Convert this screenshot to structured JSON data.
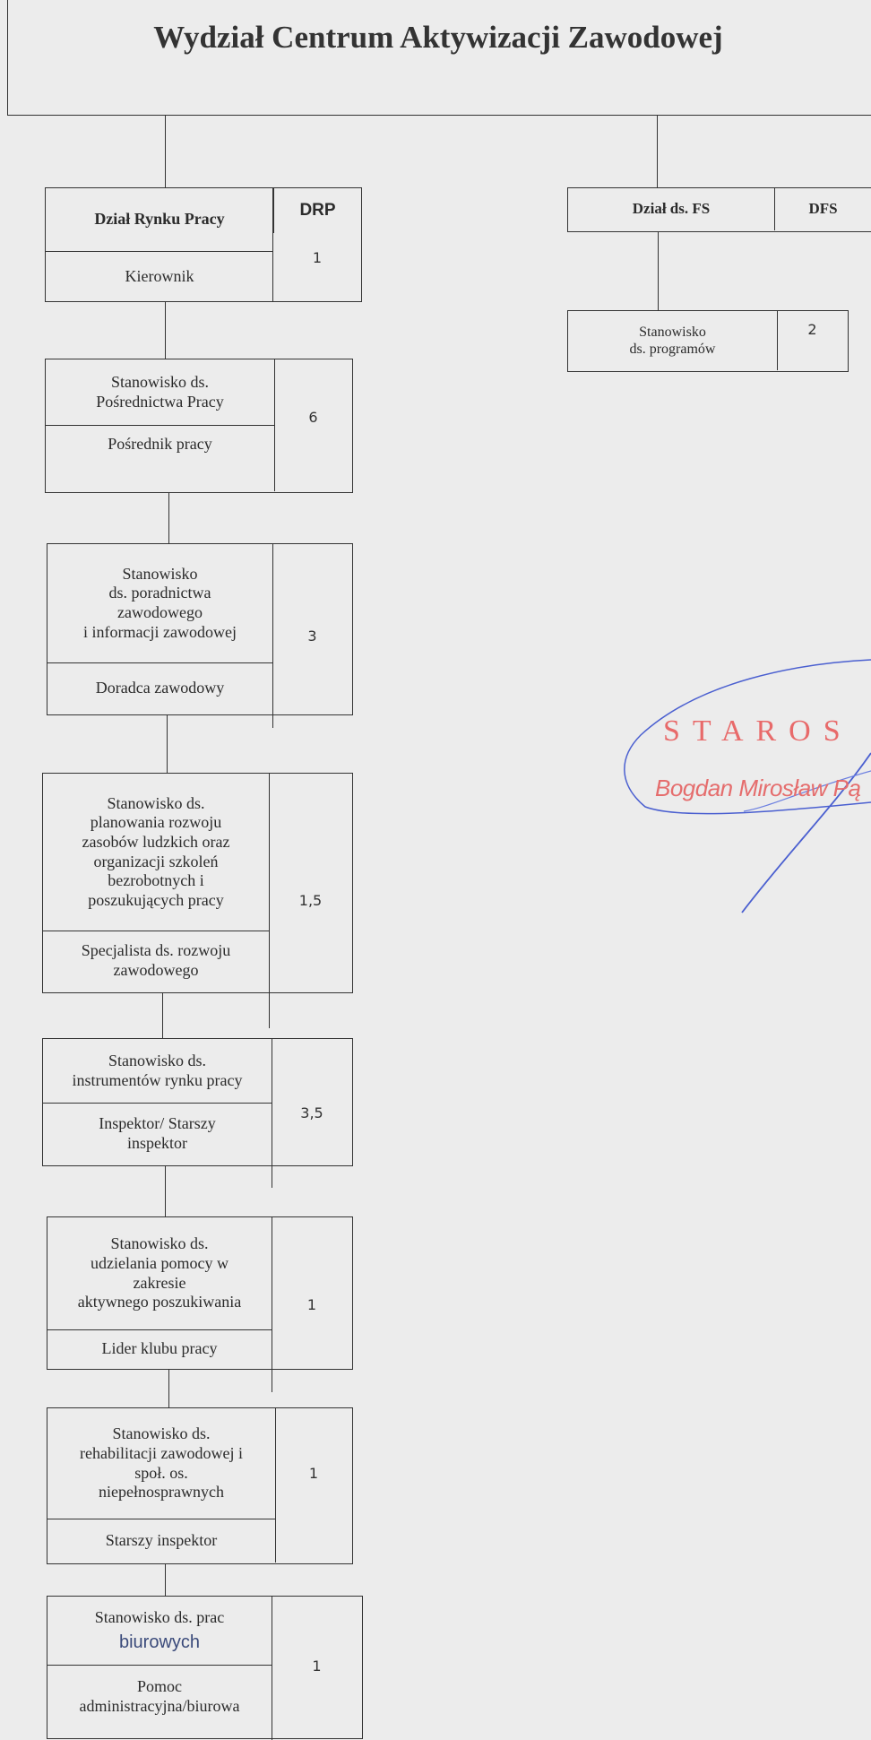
{
  "title": "Wydział Centrum Aktywizacji Zawodowej",
  "drp": {
    "name": "Dział Rynku Pracy",
    "code": "DRP",
    "role": "Kierownik",
    "count": "1"
  },
  "dfs": {
    "name": "Dział ds. FS",
    "code": "DFS",
    "sub": {
      "name": "Stanowisko\nds. programów",
      "count": "2"
    }
  },
  "positions": [
    {
      "name": "Stanowisko ds.\nPośrednictwa Pracy",
      "role": "Pośrednik pracy",
      "count": "6"
    },
    {
      "name": "Stanowisko\nds. poradnictwa\nzawodowego\ni informacji zawodowej",
      "role": "Doradca zawodowy",
      "count": "3"
    },
    {
      "name": "Stanowisko ds.\nplanowania rozwoju\nzasobów ludzkich oraz\norganizacji szkoleń\nbezrobotnych i\nposzukujących pracy",
      "role": "Specjalista ds. rozwoju\nzawodowego",
      "count": "1,5"
    },
    {
      "name": "Stanowisko ds.\ninstrumentów rynku pracy",
      "role": "Inspektor/ Starszy\ninspektor",
      "count": "3,5"
    },
    {
      "name": "Stanowisko ds.\nudzielania pomocy w\nzakresie\naktywnego poszukiwania",
      "role": "Lider klubu pracy",
      "count": "1"
    },
    {
      "name": "Stanowisko ds.\nrehabilitacji zawodowej i\nspoł. os.\nniepełnosprawnych",
      "role": "Starszy inspektor",
      "count": "1"
    },
    {
      "name_line1": "Stanowisko ds. prac",
      "name_line2": "biurowych",
      "role": "Pomoc\nadministracyjna/biurowa",
      "count": "1"
    }
  ],
  "stamp": {
    "title": "STAROS",
    "name": "Bogdan Mirosław Pą"
  },
  "colors": {
    "background": "#ececec",
    "line": "#333333",
    "stamp": "#e86a6a",
    "signature": "#4a5fd0"
  }
}
